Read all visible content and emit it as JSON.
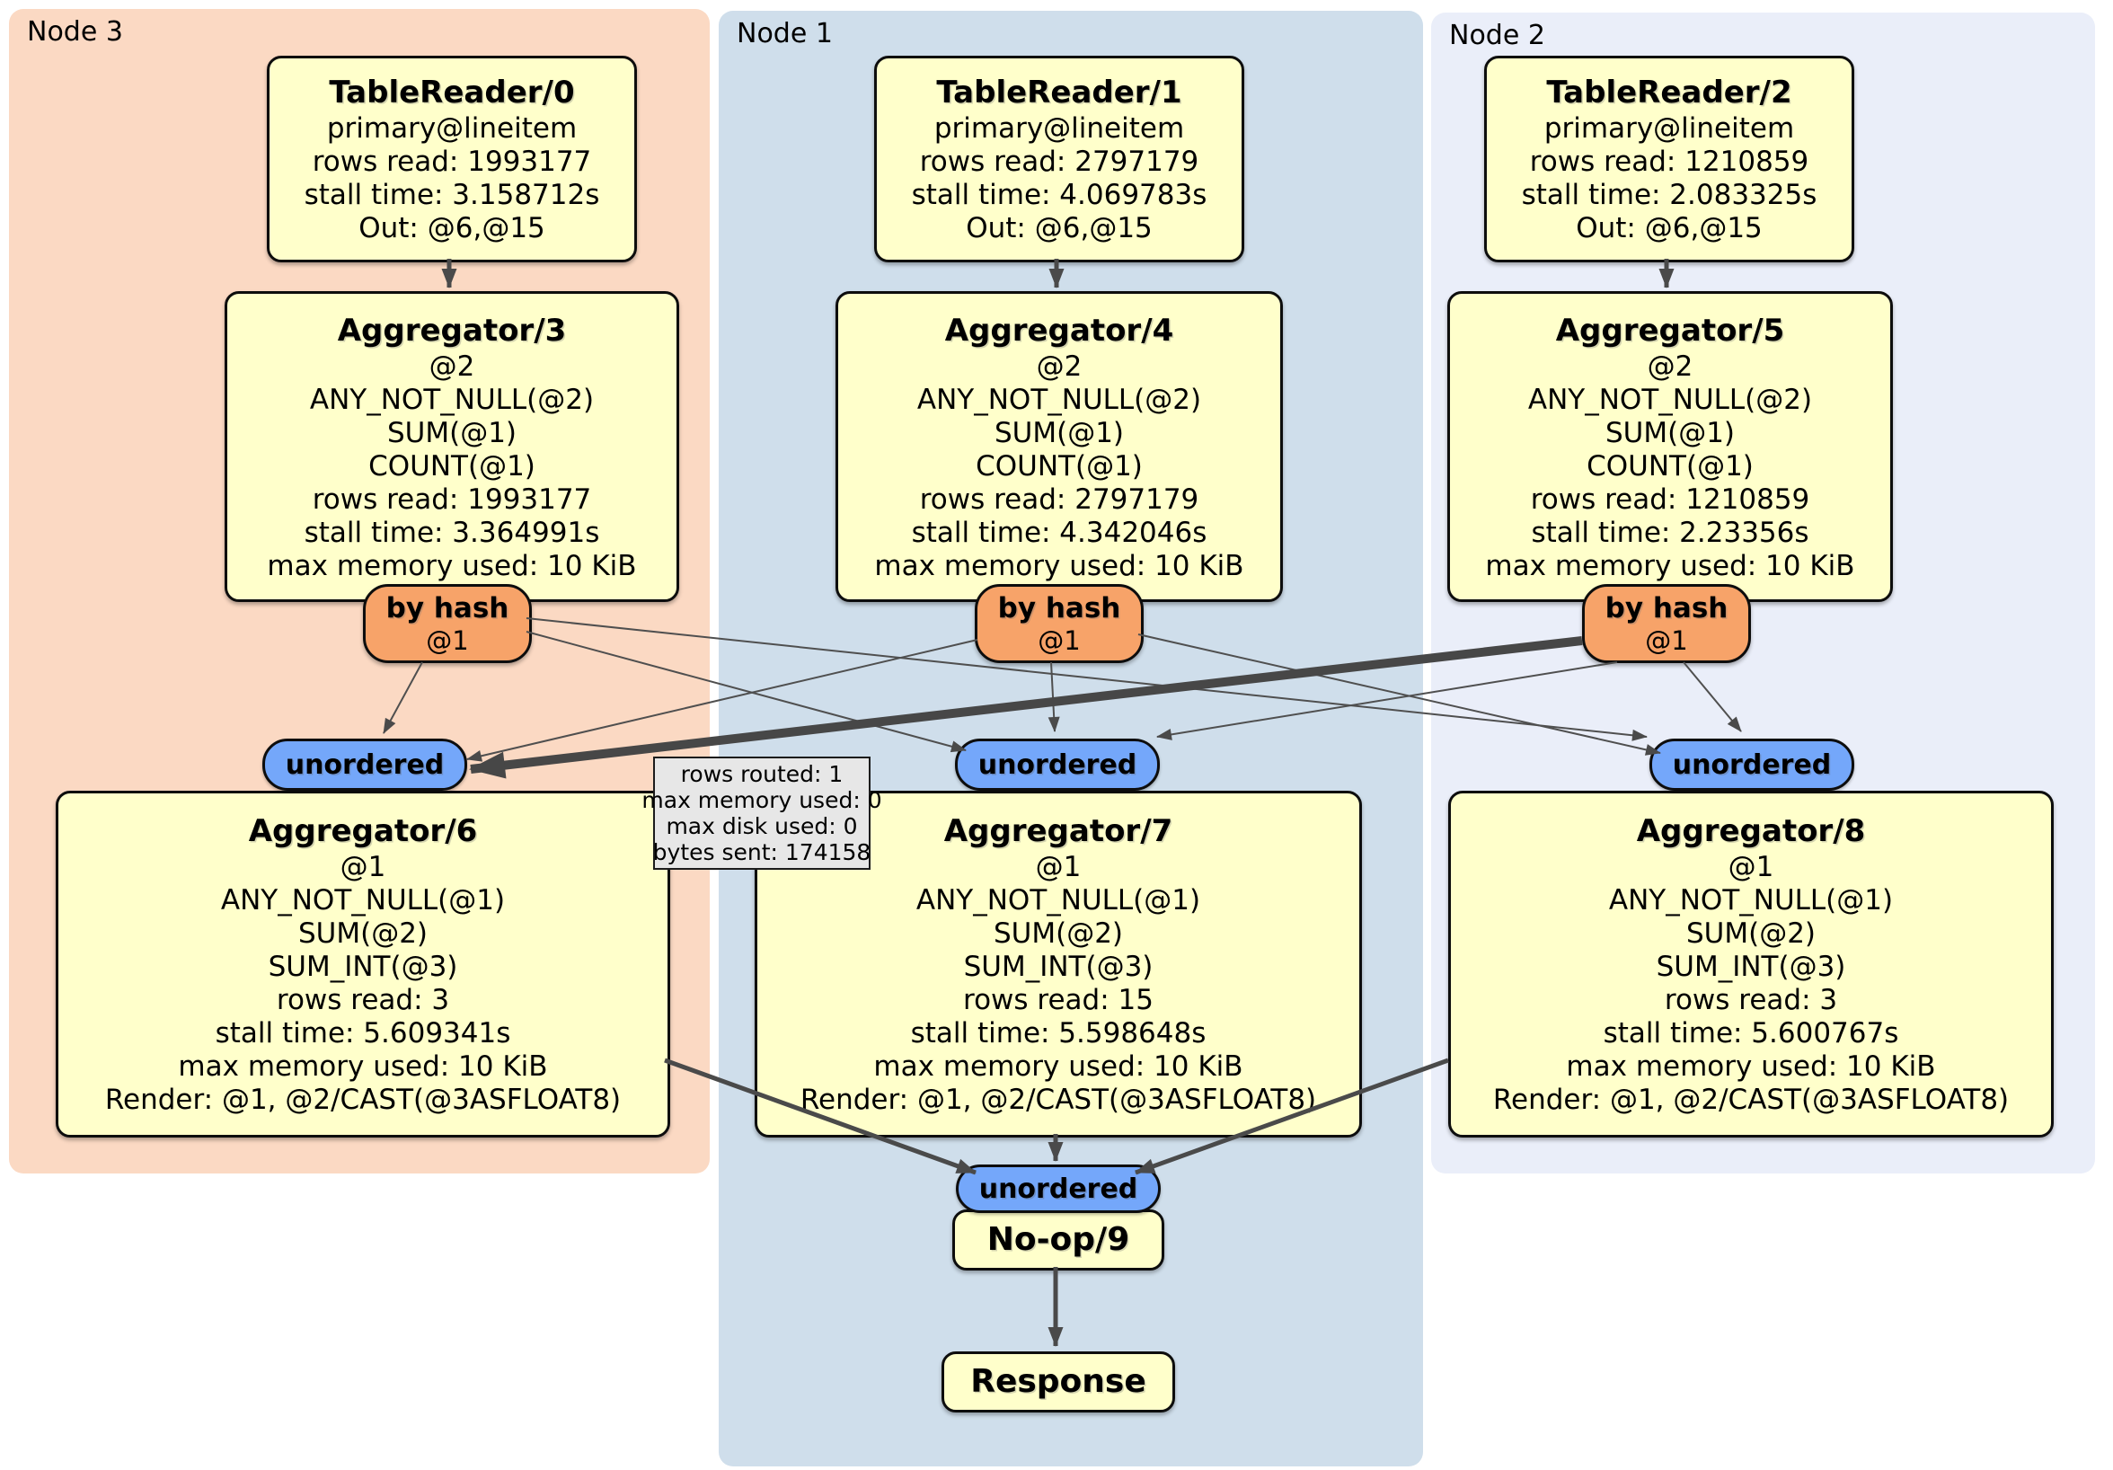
{
  "panels": [
    {
      "label": "Node 3"
    },
    {
      "label": "Node 1"
    },
    {
      "label": "Node 2"
    }
  ],
  "table_readers": [
    {
      "title": "TableReader/0",
      "lines": [
        "primary@lineitem",
        "rows read: 1993177",
        "stall time: 3.158712s",
        "Out: @6,@15"
      ]
    },
    {
      "title": "TableReader/1",
      "lines": [
        "primary@lineitem",
        "rows read: 2797179",
        "stall time: 4.069783s",
        "Out: @6,@15"
      ]
    },
    {
      "title": "TableReader/2",
      "lines": [
        "primary@lineitem",
        "rows read: 1210859",
        "stall time: 2.083325s",
        "Out: @6,@15"
      ]
    }
  ],
  "aggregators_top": [
    {
      "title": "Aggregator/3",
      "lines": [
        "@2",
        "ANY_NOT_NULL(@2)",
        "SUM(@1)",
        "COUNT(@1)",
        "rows read: 1993177",
        "stall time: 3.364991s",
        "max memory used: 10 KiB"
      ]
    },
    {
      "title": "Aggregator/4",
      "lines": [
        "@2",
        "ANY_NOT_NULL(@2)",
        "SUM(@1)",
        "COUNT(@1)",
        "rows read: 2797179",
        "stall time: 4.342046s",
        "max memory used: 10 KiB"
      ]
    },
    {
      "title": "Aggregator/5",
      "lines": [
        "@2",
        "ANY_NOT_NULL(@2)",
        "SUM(@1)",
        "COUNT(@1)",
        "rows read: 1210859",
        "stall time: 2.23356s",
        "max memory used: 10 KiB"
      ]
    }
  ],
  "routers": [
    {
      "label": "by hash",
      "detail": "@1"
    },
    {
      "label": "by hash",
      "detail": "@1"
    },
    {
      "label": "by hash",
      "detail": "@1"
    }
  ],
  "streams": {
    "top": [
      {
        "label": "unordered"
      },
      {
        "label": "unordered"
      },
      {
        "label": "unordered"
      }
    ],
    "bottom": {
      "label": "unordered"
    }
  },
  "aggregators_bottom": [
    {
      "title": "Aggregator/6",
      "lines": [
        "@1",
        "ANY_NOT_NULL(@1)",
        "SUM(@2)",
        "SUM_INT(@3)",
        "rows read: 3",
        "stall time: 5.609341s",
        "max memory used: 10 KiB",
        "Render: @1, @2/CAST(@3ASFLOAT8)"
      ]
    },
    {
      "title": "Aggregator/7",
      "lines": [
        "@1",
        "ANY_NOT_NULL(@1)",
        "SUM(@2)",
        "SUM_INT(@3)",
        "rows read: 15",
        "stall time: 5.598648s",
        "max memory used: 10 KiB",
        "Render: @1, @2/CAST(@3ASFLOAT8)"
      ]
    },
    {
      "title": "Aggregator/8",
      "lines": [
        "@1",
        "ANY_NOT_NULL(@1)",
        "SUM(@2)",
        "SUM_INT(@3)",
        "rows read: 3",
        "stall time: 5.600767s",
        "max memory used: 10 KiB",
        "Render: @1, @2/CAST(@3ASFLOAT8)"
      ]
    }
  ],
  "noop": {
    "title": "No-op/9"
  },
  "response": {
    "title": "Response"
  },
  "edge_tooltip": {
    "lines": [
      "rows routed: 1",
      "max memory used: 0",
      "max disk used: 0",
      "bytes sent: 174158"
    ]
  },
  "colors": {
    "node3_panel": "#fbd9c3",
    "node1_panel": "#cfdeeb",
    "node2_panel": "#eaeef9",
    "processor_box": "#ffffcb",
    "router_fill": "#f7a369",
    "stream_fill": "#74a7fa",
    "edge": "#4a4a4a",
    "tooltip_bg": "#e7e7e7"
  }
}
